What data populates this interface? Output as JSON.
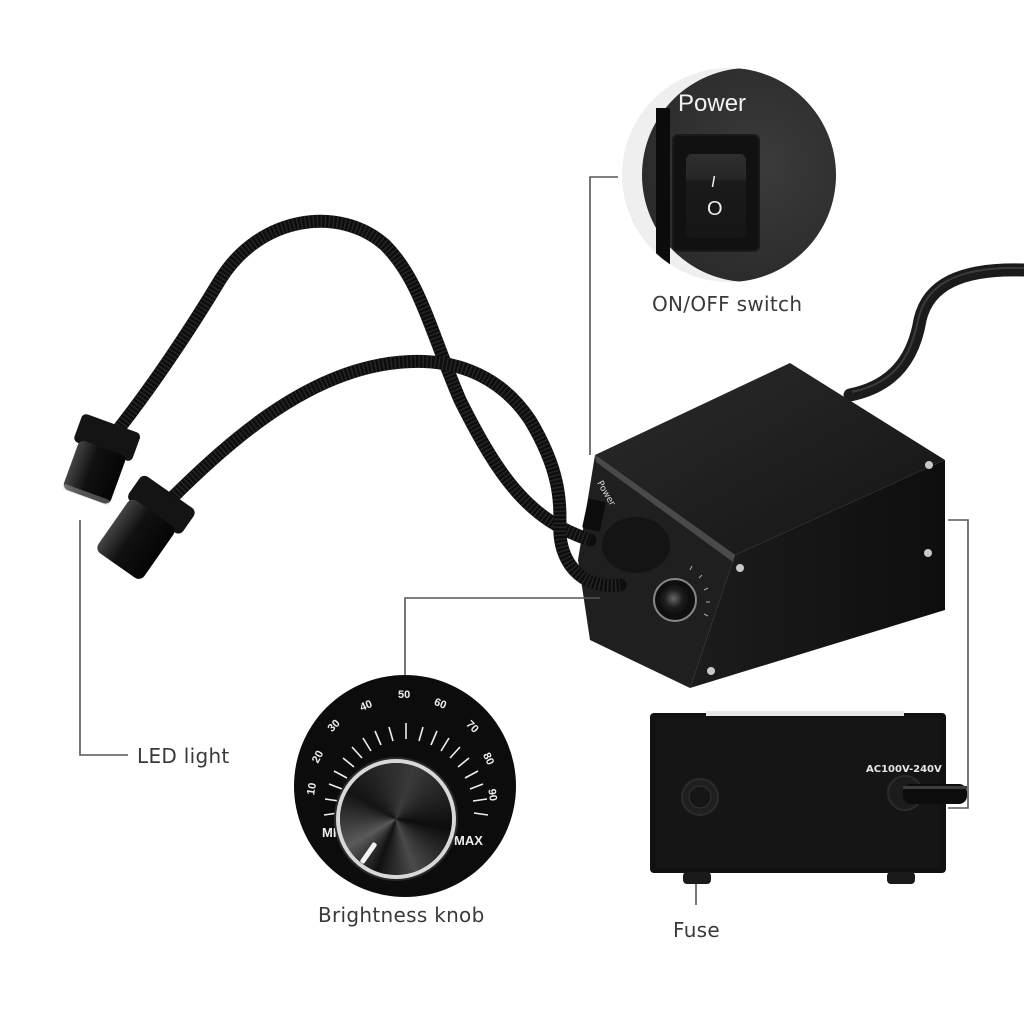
{
  "labels": {
    "power_switch": "ON/OFF switch",
    "led_light": "LED light",
    "brightness_knob": "Brightness knob",
    "fuse": "Fuse"
  },
  "power_inset": {
    "title": "Power",
    "on_symbol": "I",
    "off_symbol": "O"
  },
  "knob_inset": {
    "scale_min": "MIN",
    "scale_max": "MAX",
    "ticks": [
      "10",
      "20",
      "30",
      "40",
      "50",
      "60",
      "70",
      "80",
      "90"
    ]
  },
  "rear_panel": {
    "voltage_label": "AC100V-240V"
  },
  "device_front": {
    "power_label": "Power"
  },
  "colors": {
    "background": "#ffffff",
    "device": "#1a1a1a",
    "callout_line": "#555555",
    "label_text": "#3a3a3a"
  }
}
